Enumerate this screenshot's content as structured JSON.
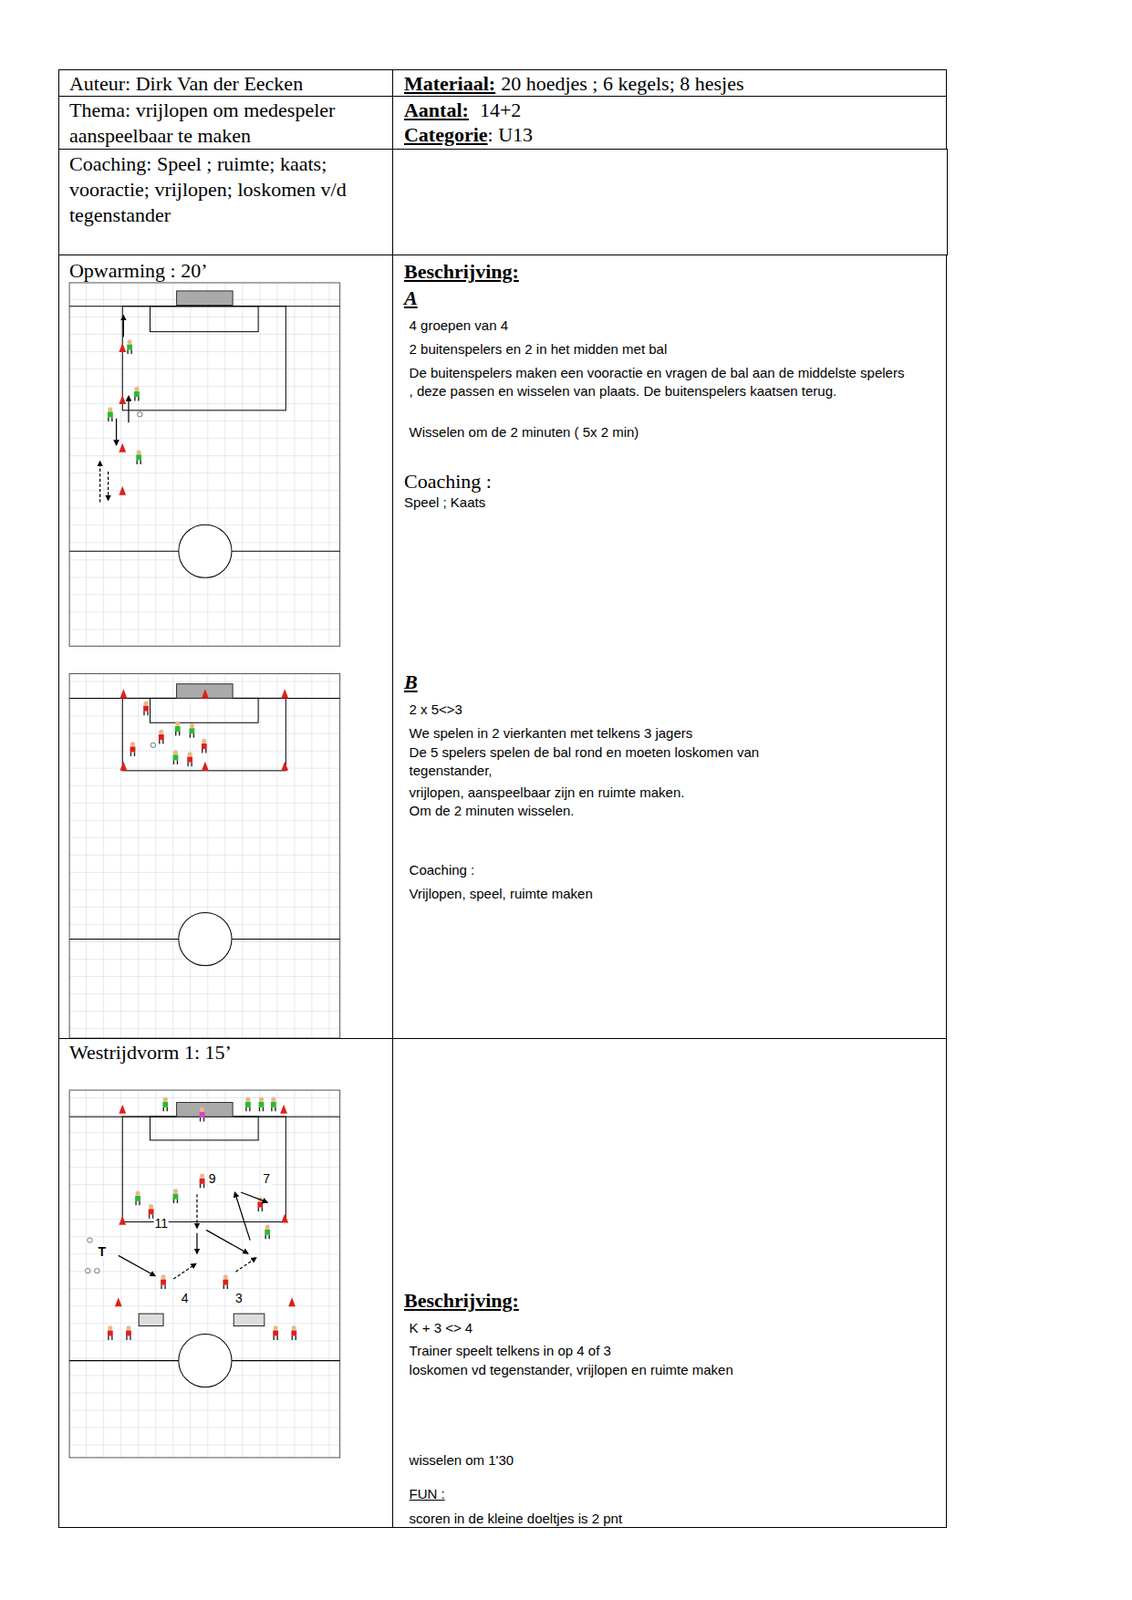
{
  "diagram": {
    "nodes": [
      {
        "text": [
          "Auteur: Dirk Van der Eecken"
        ]
      },
      {
        "text": [
          "Materiaal:",
          "20 hoedjes ; 6 kegels; 8 hesjes"
        ]
      },
      {
        "text": [
          "Thema: vrijlopen om medespeler aanspeelbaar te maken"
        ]
      },
      {
        "text": [
          "Aantal:",
          "14+2",
          "Categorie",
          ": U13"
        ]
      },
      {
        "text": [
          "Coaching: Speel ; ruimte; kaats; vooractie; vrijlopen; loskomen v/d tegenstander"
        ]
      },
      {
        "text": [
          "Opwarming : 20’"
        ]
      },
      {
        "text": [
          "Beschrijving:",
          "A",
          "4 groepen van 4",
          "2 buitenspelers en 2 in het midden met bal",
          "De buitenspelers maken een vooractie en vragen de bal aan de middelste spelers , deze passen en wisselen van plaats. De buitenspelers kaatsen terug.",
          "Wisselen om de 2 minuten ( 5x 2 min)",
          "Coaching :",
          "Speel ; Kaats",
          "B",
          "2 x 5<>3",
          "We spelen in 2 vierkanten met telkens 3 jagers",
          "De 5 spelers spelen de bal rond en moeten loskomen van tegenstander,",
          "vrijlopen, aanspeelbaar zijn en ruimte maken.",
          "Om de 2 minuten wisselen.",
          "Coaching :",
          "Vrijlopen, speel, ruimte maken"
        ]
      },
      {
        "text": [
          "Westrijdvorm 1: 15’"
        ]
      },
      {
        "text": [
          "Beschrijving:",
          "K + 3 <> 4",
          "Trainer speelt telkens in op 4 of 3",
          "loskomen vd tegenstander, vrijlopen en ruimte maken",
          "wisselen om 1'30",
          "FUN :",
          "scoren in de kleine doeltjes is 2 pnt"
        ]
      }
    ],
    "labels": [
      "9",
      "7",
      "11",
      "4",
      "3",
      "T"
    ]
  }
}
